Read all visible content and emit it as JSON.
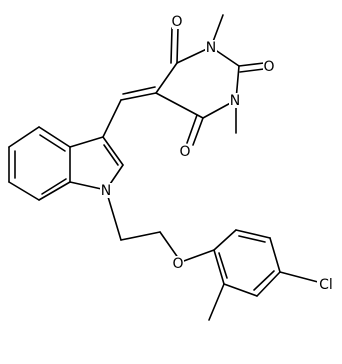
{
  "atom_labels": {
    "o_top": "O",
    "n_top": "N",
    "o_right": "O",
    "n_bottom": "N",
    "o_lower": "O",
    "n_indole": "N",
    "o_ether": "O",
    "cl": "Cl"
  },
  "colors": {
    "bond": "#000000",
    "background": "#ffffff"
  }
}
